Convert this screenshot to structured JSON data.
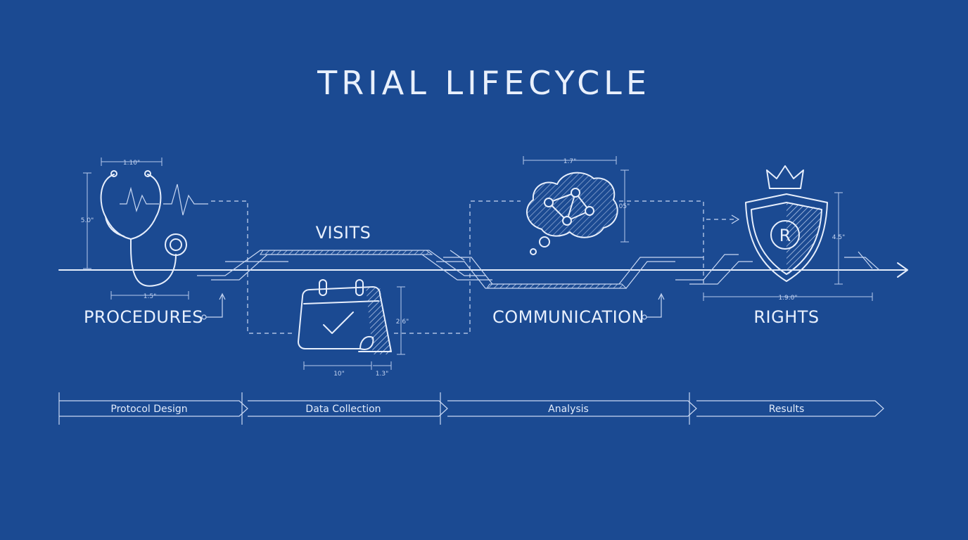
{
  "title": "TRIAL LIFECYCLE",
  "stages": [
    {
      "label": "PROCEDURES",
      "icon": "stethoscope-icon"
    },
    {
      "label": "VISITS",
      "icon": "calendar-check-icon"
    },
    {
      "label": "COMMUNICATION",
      "icon": "thought-cloud-network-icon"
    },
    {
      "label": "RIGHTS",
      "icon": "crowned-shield-registered-icon"
    }
  ],
  "phases": [
    "Protocol Design",
    "Data Collection",
    "Analysis",
    "Results"
  ],
  "dimensions": {
    "procedures": [
      "1.10\"",
      "1.5\"",
      "5.0\""
    ],
    "visits": [
      "10\"",
      "1.3\"",
      "2.6\""
    ],
    "communication": [
      "1.7\"",
      ".05\""
    ],
    "rights": [
      "1.9.0\"",
      "4.5\""
    ]
  },
  "colors": {
    "background": "#1b4a92",
    "line": "#e6eefc"
  }
}
